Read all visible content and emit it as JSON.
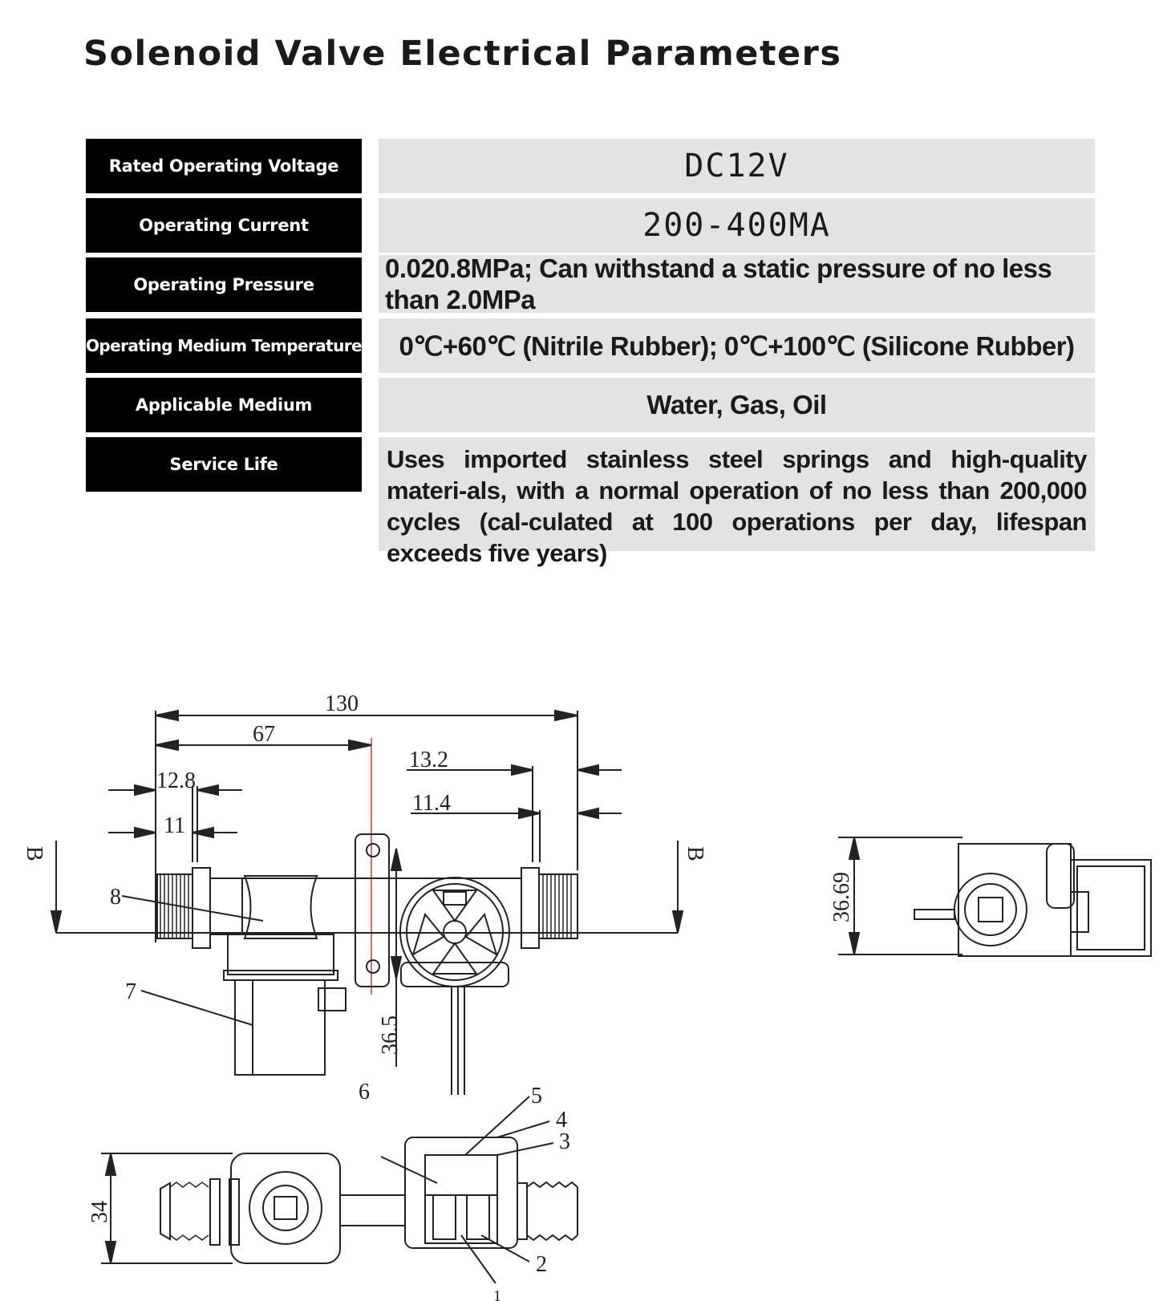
{
  "title": "Solenoid Valve Electrical Parameters",
  "params": [
    {
      "label": "Rated Operating Voltage",
      "value": "DC12V"
    },
    {
      "label": "Operating Current",
      "value": "200-400MA"
    },
    {
      "label": "Operating Pressure",
      "value": "0.020.8MPa; Can withstand a static pressure of no less than 2.0MPa"
    },
    {
      "label": "Operating Medium Temperature",
      "value": "0℃+60℃ (Nitrile Rubber); 0℃+100℃ (Silicone Rubber)"
    },
    {
      "label": "Applicable Medium",
      "value": "Water, Gas, Oil"
    },
    {
      "label": "Service Life",
      "value": "Uses imported stainless steel springs and high-quality materi-als, with a normal operation of no less than 200,000 cycles (cal-culated at 100 operations per day, lifespan exceeds five years)"
    }
  ],
  "drawing": {
    "dim_total": "130",
    "dim_67": "67",
    "dim_12_8": "12.8",
    "dim_11": "11",
    "dim_13_2": "13.2",
    "dim_11_4": "11.4",
    "dim_36_5": "36.5",
    "dim_36_69": "36.69",
    "dim_34": "34",
    "section_left": "B",
    "section_right": "B",
    "part_1": "1",
    "part_2": "2",
    "part_3": "3",
    "part_4": "4",
    "part_5": "5",
    "part_6": "6",
    "part_7": "7",
    "part_8": "8"
  }
}
